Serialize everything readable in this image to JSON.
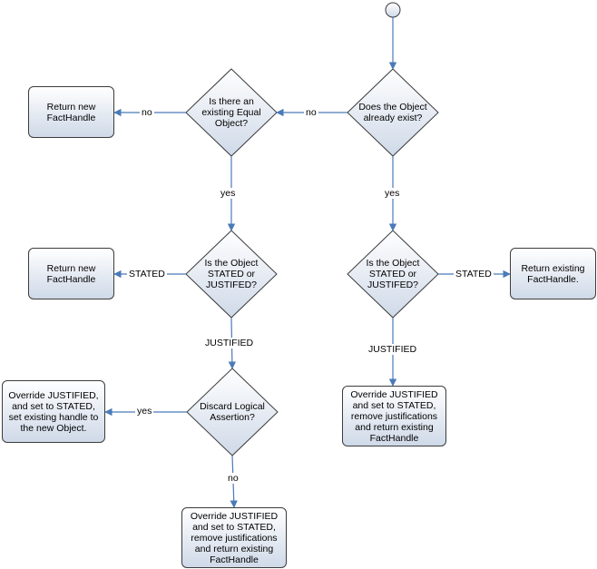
{
  "diagram": {
    "nodes": {
      "d1": "Does the Object\nalready exist?",
      "d2": "Is there an\nexisting Equal\nObject?",
      "r1": "Return new\nFactHandle",
      "d3": "Is the Object\nSTATED or\nJUSTIFED?",
      "r2": "Return new\nFactHandle",
      "d4": "Is the Object\nSTATED or\nJUSTIFED?",
      "r3": "Return existing\nFactHandle.",
      "b1": "Override JUSTIFIED\nand set to STATED,\nremove justifications\nand return existing\nFactHandle",
      "d5": "Discard Logical\nAssertion?",
      "b2": "Override JUSTIFIED,\nand set to STATED,\nset existing handle to\nthe new Object.",
      "b3": "Override JUSTIFIED\nand set to STATED,\nremove justifications\nand return existing\nFactHandle"
    },
    "edge_labels": {
      "no1": "no",
      "no2": "no",
      "yes1": "yes",
      "yes2": "yes",
      "stated1": "STATED",
      "stated2": "STATED",
      "justified1": "JUSTIFIED",
      "justified2": "JUSTIFIED",
      "yes3": "yes",
      "no3": "no"
    },
    "colors": {
      "node_fill_top": "#ffffff",
      "node_fill_bottom": "#cfd9e8",
      "node_border": "#3c3c3c",
      "connector": "#4a7ab8"
    }
  }
}
